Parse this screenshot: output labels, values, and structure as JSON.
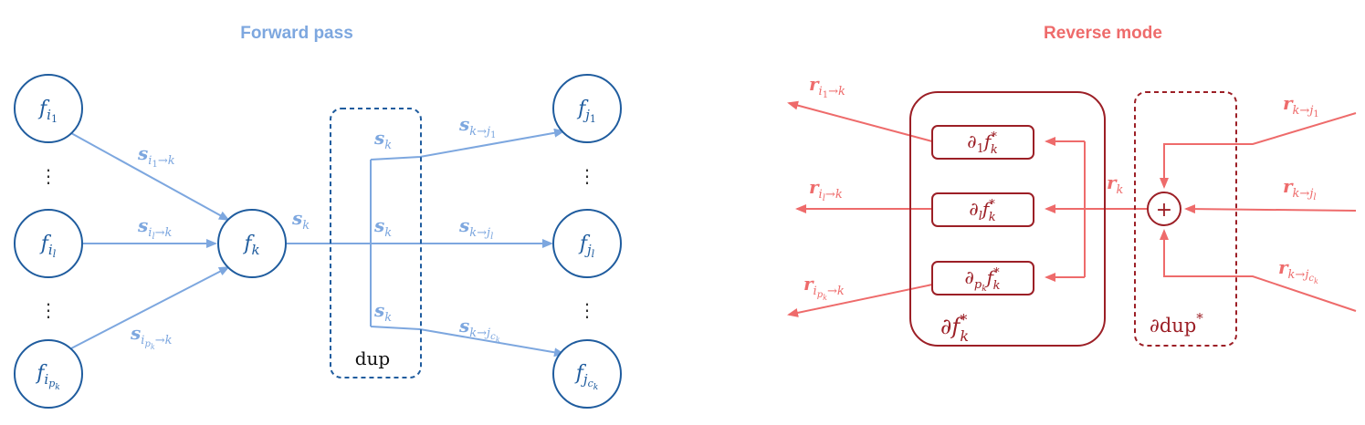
{
  "colors": {
    "forward_light": "#7da7df",
    "forward_dark": "#1f5c9e",
    "reverse_light": "#ee6b6b",
    "reverse_dark": "#9c1f26"
  },
  "forward": {
    "title": "Forward pass",
    "nodes": {
      "i1": {
        "base": "f",
        "sub": "i",
        "subsub": "1"
      },
      "il": {
        "base": "f",
        "sub": "i",
        "subsub": "l"
      },
      "ipk": {
        "base": "f",
        "sub": "i",
        "subsub": "p",
        "subsubsub": "k"
      },
      "k": {
        "base": "f",
        "sub": "k"
      },
      "j1": {
        "base": "f",
        "sub": "j",
        "subsub": "1"
      },
      "jl": {
        "base": "f",
        "sub": "j",
        "subsub": "l"
      },
      "jck": {
        "base": "f",
        "sub": "j",
        "subsub": "c",
        "subsubsub": "k"
      }
    },
    "vdots": "⋮",
    "edge_labels": {
      "s_i1k": {
        "base": "s",
        "sub": "i",
        "subsub": "1",
        "tail": "→k"
      },
      "s_ilk": {
        "base": "s",
        "sub": "i",
        "subsub": "l",
        "tail": "→k"
      },
      "s_ipkk": {
        "base": "s",
        "sub": "i",
        "subsub": "p",
        "subsubsub": "k",
        "tail": "→k"
      },
      "s_k": {
        "base": "s",
        "sub": "k"
      },
      "s_k_top": {
        "base": "s",
        "sub": "k"
      },
      "s_k_mid": {
        "base": "s",
        "sub": "k"
      },
      "s_k_bot": {
        "base": "s",
        "sub": "k"
      },
      "s_kj1": {
        "base": "s",
        "sub": "k→j",
        "subsub": "1"
      },
      "s_kjl": {
        "base": "s",
        "sub": "k→j",
        "subsub": "l"
      },
      "s_kjck": {
        "base": "s",
        "sub": "k→j",
        "subsub": "c",
        "subsubsub": "k"
      }
    },
    "dup_label": "dup"
  },
  "reverse": {
    "title": "Reverse mode",
    "boxes": {
      "d1": {
        "partial": "∂",
        "psub": "1",
        "base": "f",
        "sub": "k",
        "sup": "*"
      },
      "dl": {
        "partial": "∂",
        "psub": "l",
        "base": "f",
        "sub": "k",
        "sup": "*"
      },
      "dpk": {
        "partial": "∂",
        "psub": "p",
        "psubsub": "k",
        "base": "f",
        "sub": "k",
        "sup": "*"
      }
    },
    "group_label": {
      "partial": "∂",
      "base": "f",
      "sub": "k",
      "sup": "*"
    },
    "dup_label": {
      "partial": "∂",
      "text": "dup",
      "sup": "*"
    },
    "sum_symbol": "+",
    "edge_labels": {
      "r_i1k": {
        "base": "r",
        "sub": "i",
        "subsub": "1",
        "tail": "→k"
      },
      "r_ilk": {
        "base": "r",
        "sub": "i",
        "subsub": "l",
        "tail": "→k"
      },
      "r_ipkk": {
        "base": "r",
        "sub": "i",
        "subsub": "p",
        "subsubsub": "k",
        "tail": "→k"
      },
      "r_k": {
        "base": "r",
        "sub": "k"
      },
      "r_kj1": {
        "base": "r",
        "sub": "k→j",
        "subsub": "1"
      },
      "r_kjl": {
        "base": "r",
        "sub": "k→j",
        "subsub": "l"
      },
      "r_kjck": {
        "base": "r",
        "sub": "k→j",
        "subsub": "c",
        "subsubsub": "k"
      }
    }
  }
}
